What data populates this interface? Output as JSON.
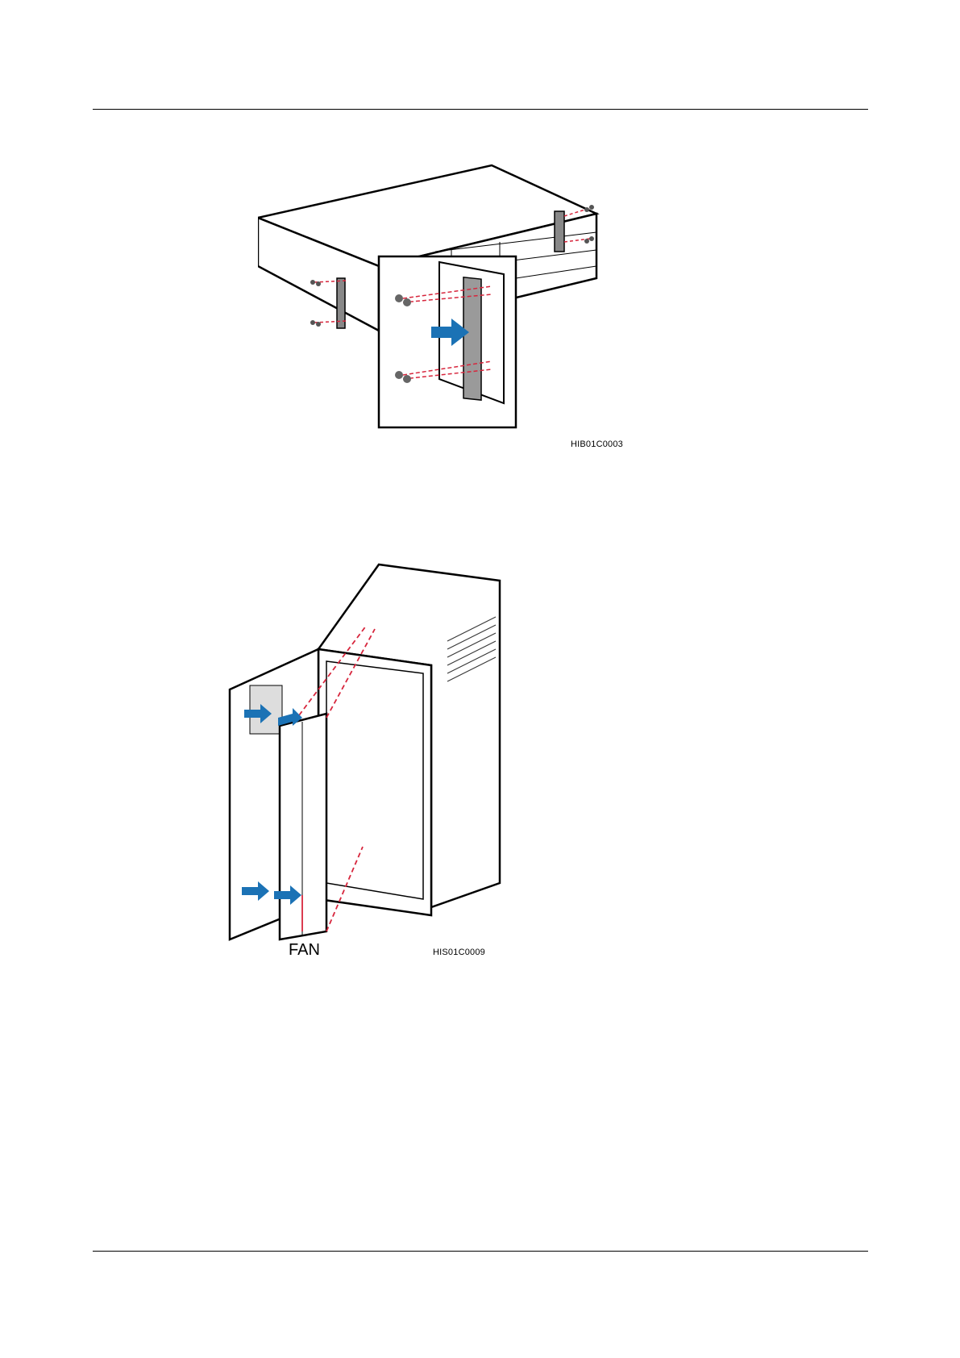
{
  "figure1": {
    "code": "HIB01C0003",
    "arrow_color": "#1b72b5",
    "guide_color": "#d7263d"
  },
  "figure2": {
    "code": "HIS01C0009",
    "callout": "FAN",
    "arrow_color": "#1b72b5",
    "guide_color": "#d7263d"
  }
}
